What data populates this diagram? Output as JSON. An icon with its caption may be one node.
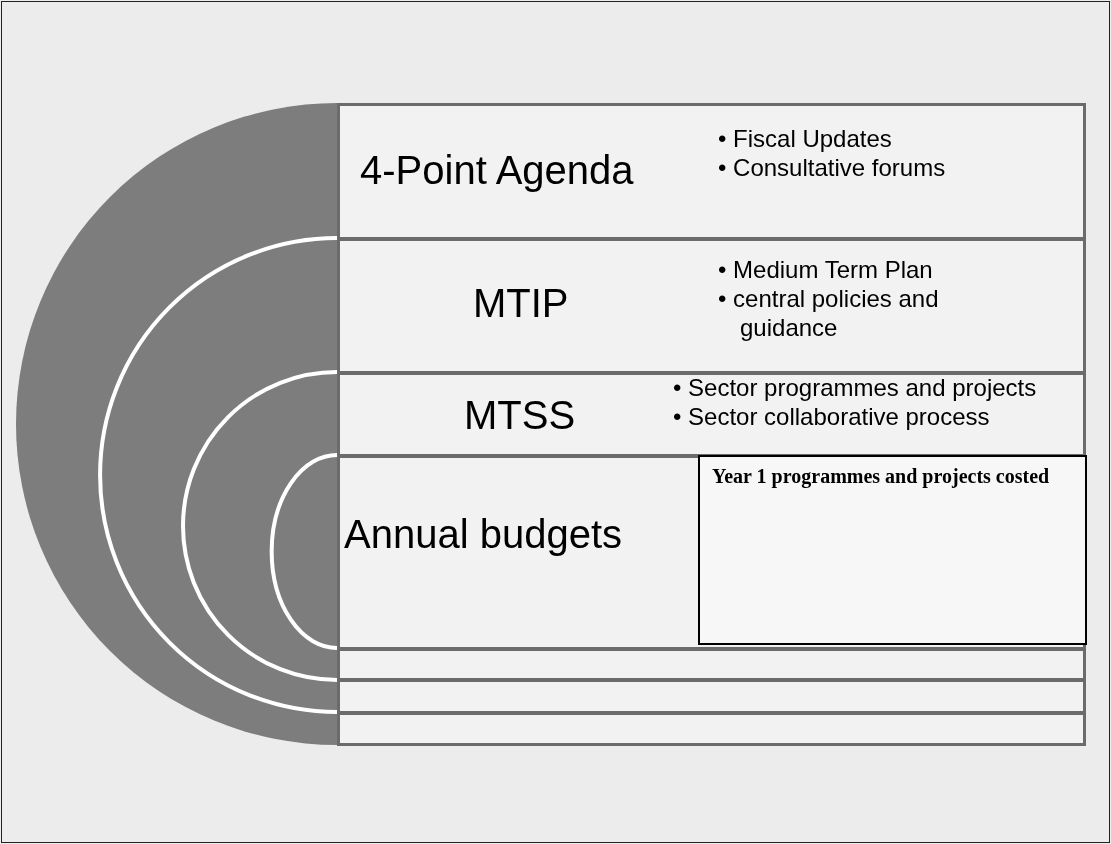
{
  "diagram": {
    "nodes": [
      {
        "text": [
          "4-Point Agenda",
          "• Fiscal Updates",
          "• Consultative forums"
        ]
      },
      {
        "text": [
          "MTIP",
          "• Medium Term Plan",
          "• central policies and guidance"
        ]
      },
      {
        "text": [
          "MTSS",
          "• Sector programmes and projects",
          "• Sector collaborative process"
        ]
      },
      {
        "text": [
          "Annual budgets"
        ]
      },
      {
        "text": [
          "Year 1 programmes and projects costed"
        ],
        "in": 3
      },
      {
        "text": [],
        "shape": "bar"
      },
      {
        "text": [],
        "shape": "bar"
      },
      {
        "text": [],
        "shape": "bar"
      }
    ]
  }
}
